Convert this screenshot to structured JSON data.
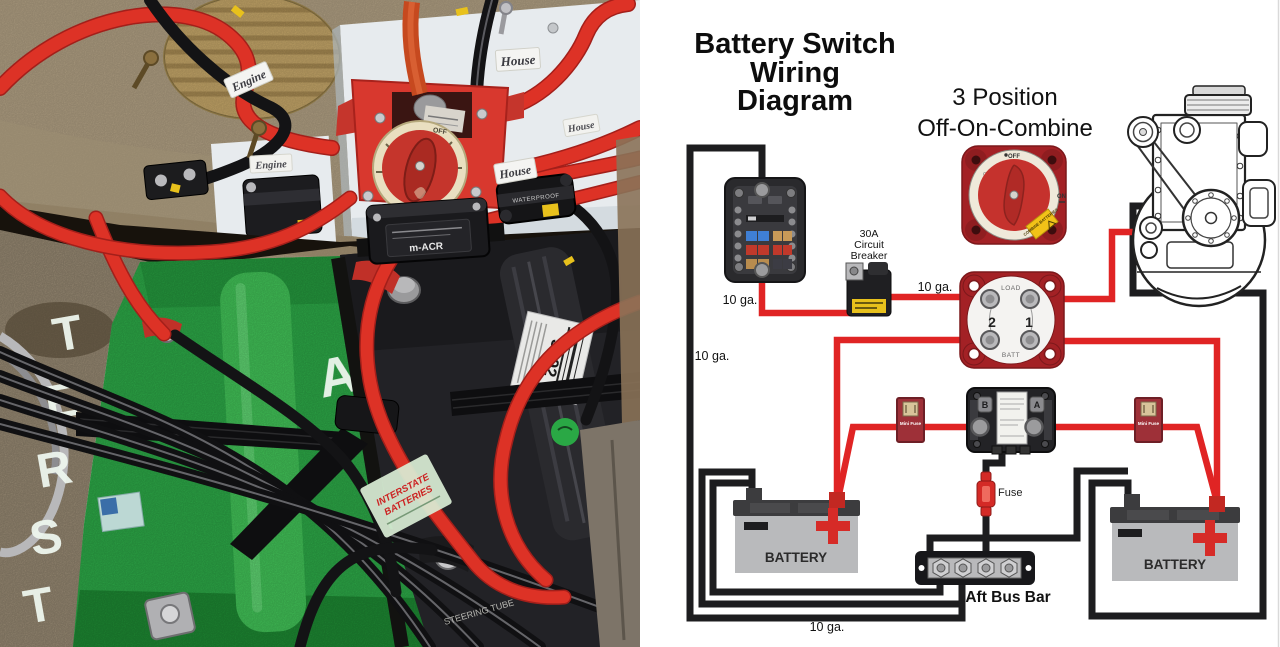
{
  "diagram": {
    "title_line1": "Battery Switch",
    "title_line2": "Wiring",
    "title_line3": "Diagram",
    "subtitle_line1": "3 Position",
    "subtitle_line2": "Off-On-Combine",
    "breaker_line1": "30A",
    "breaker_line2": "Circuit",
    "breaker_line3": "Breaker",
    "wire_gauge": "10 ga.",
    "fuse_label": "Fuse",
    "mini_fuse_label": "Mini Fuse",
    "bus_bar_label": "Aft Bus Bar",
    "battery_label": "BATTERY",
    "switch_load": "LOAD",
    "switch_batt": "BATT",
    "switch_pos_2": "2",
    "switch_pos_1": "1",
    "switch_off": "OFF",
    "switch_on": "ON",
    "switch_combine": "COMBINE BATTERIES",
    "acr_b": "B",
    "acr_a": "A",
    "colors": {
      "wire_positive": "#e02424",
      "wire_negative": "#1d1d1f",
      "device_red": "#a32125",
      "battery_body": "#b9babc",
      "battery_top": "#3c3c3e"
    }
  },
  "photo": {
    "engine_label": "Engine",
    "house_label": "House",
    "acr_label": "m-ACR",
    "breaker_label": "WATERPROOF",
    "battery_tag": "3192",
    "sticker_line1": "INTERSTATE",
    "sticker_line2": "BATTERIES",
    "cable_print": "STEERING TUBE",
    "vertical_letters": [
      "T",
      "E",
      "R",
      "S",
      "T"
    ],
    "fragment_letter": "A",
    "switch_off": "OFF",
    "colors": {
      "cable_red": "#dd3226",
      "battery_green": "#2fb14b",
      "panel": "#e7ebee",
      "wall": "#b3a285"
    }
  }
}
